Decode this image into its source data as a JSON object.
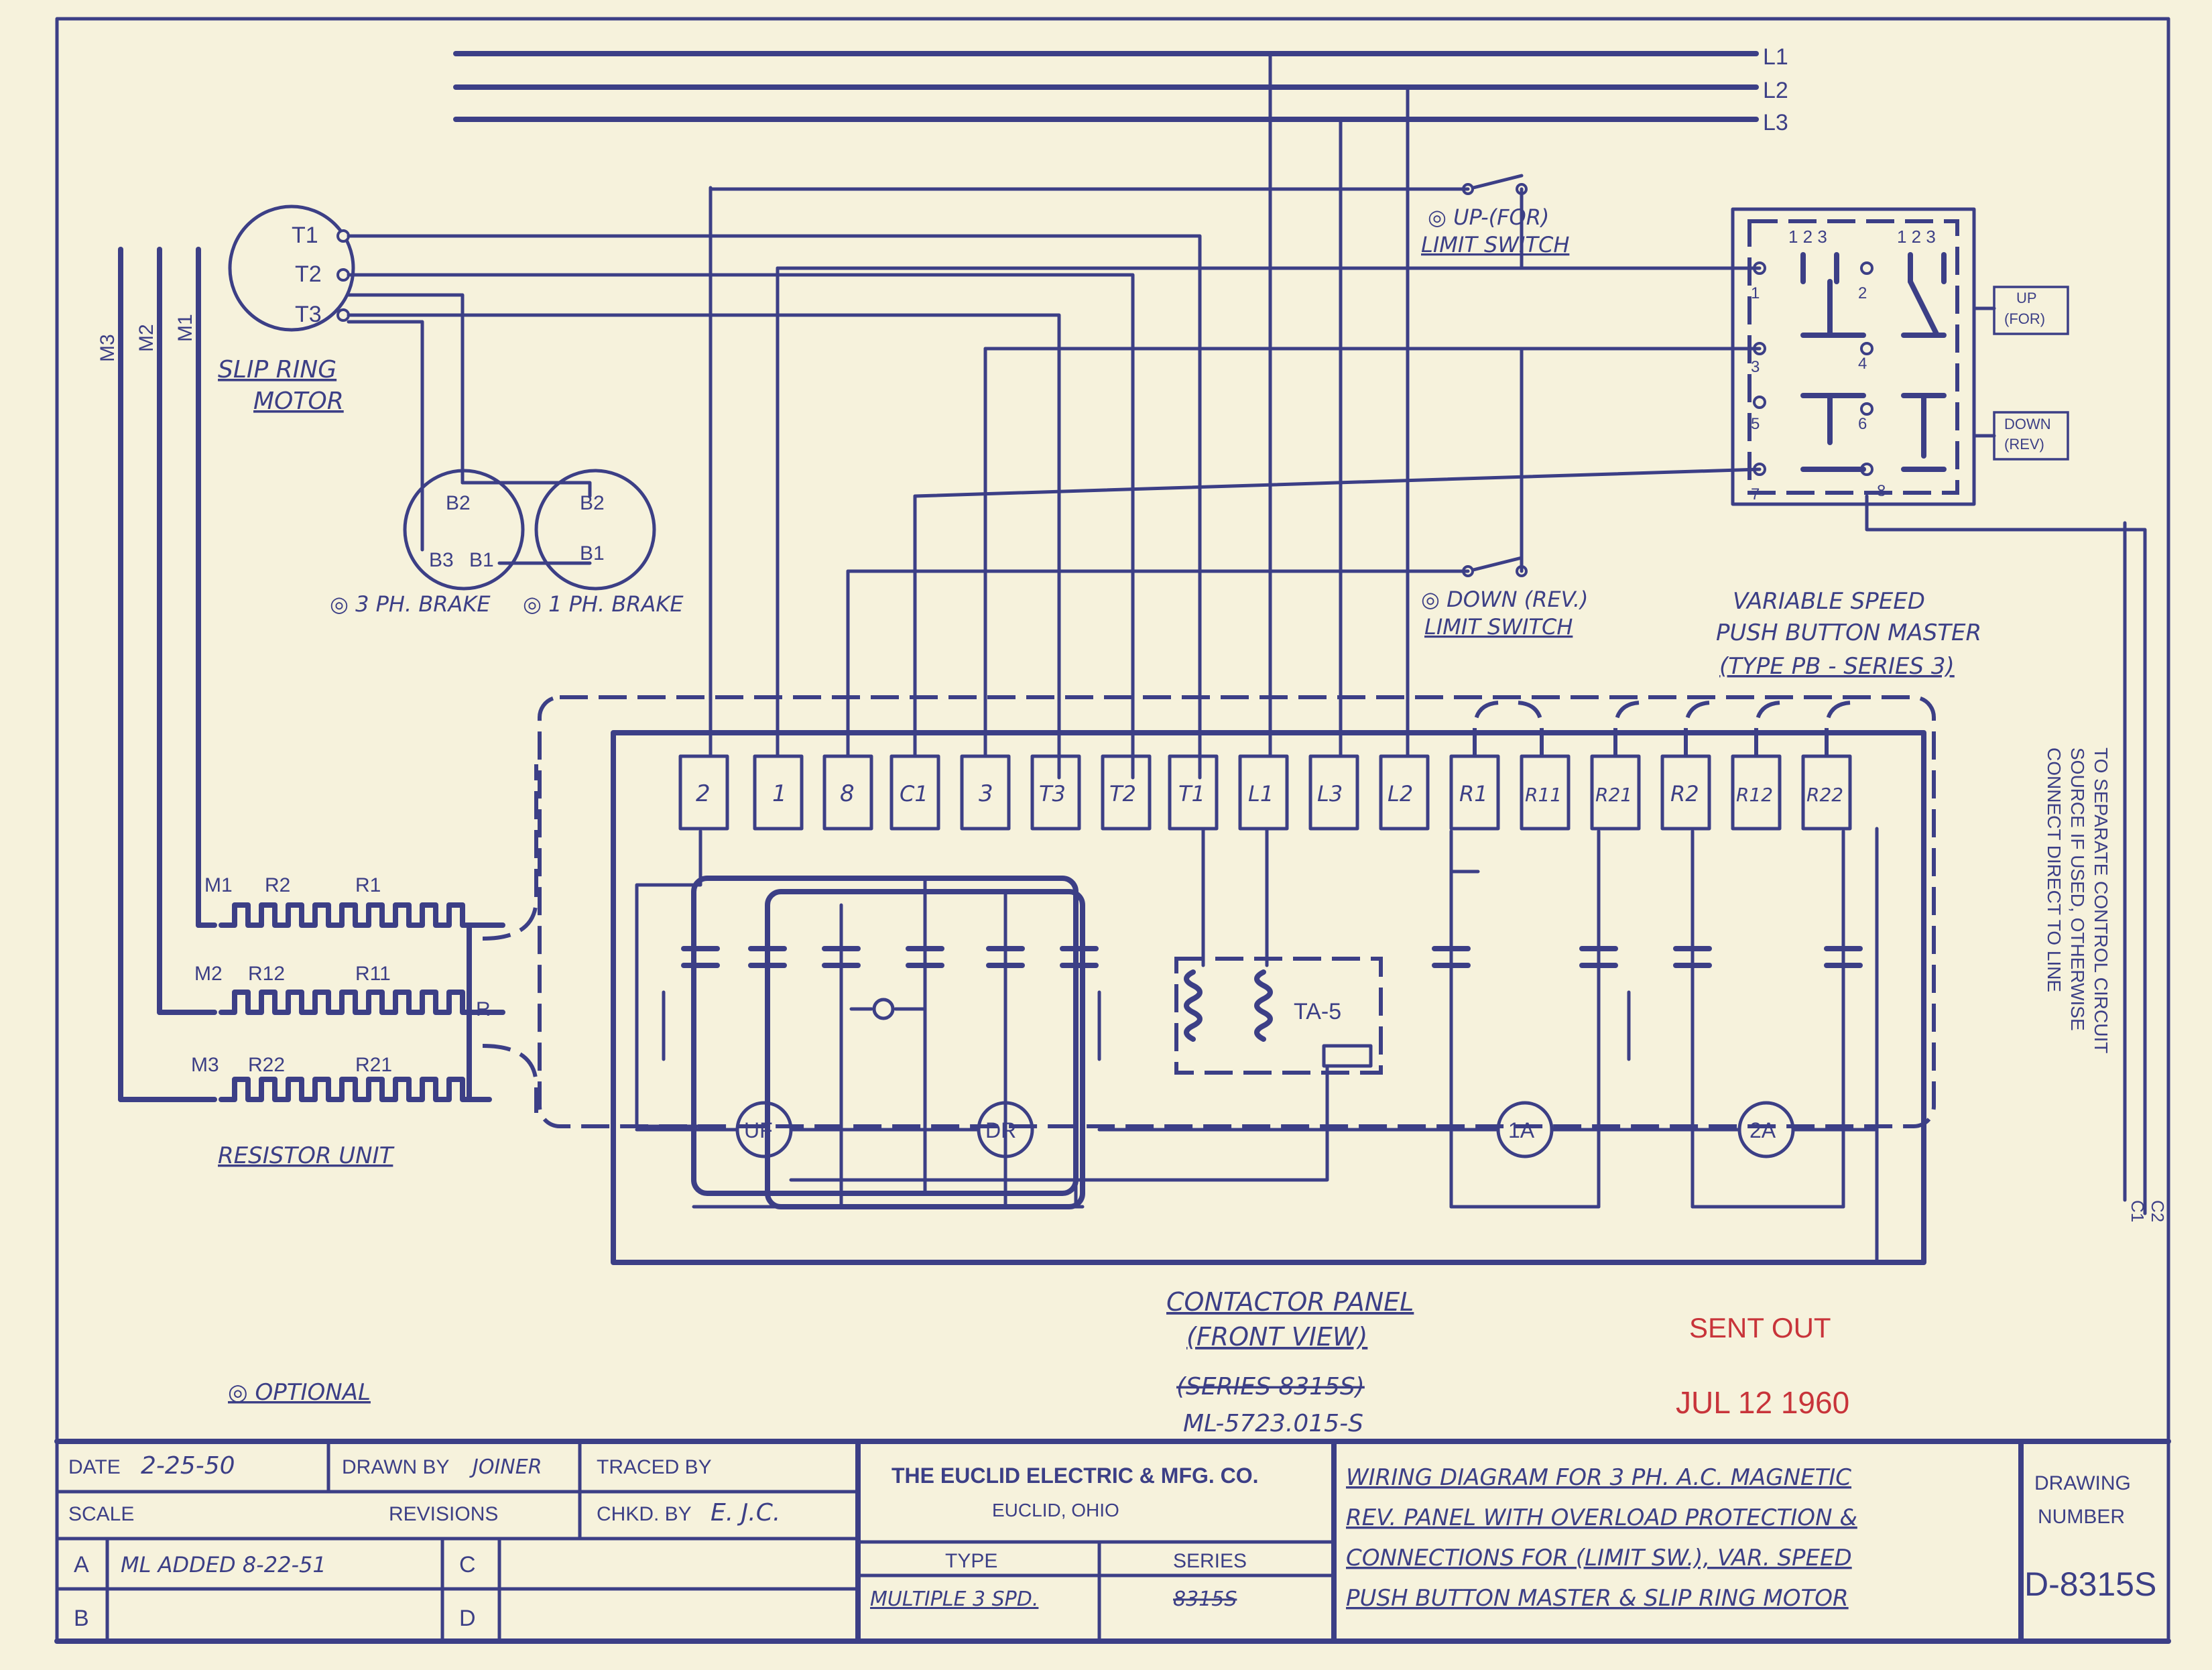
{
  "lines": [
    "L1",
    "L2",
    "L3"
  ],
  "motor": {
    "terminals": [
      "T1",
      "T2",
      "T3"
    ],
    "label_line1": "SLIP RING",
    "label_line2": "MOTOR"
  },
  "motor_leads": [
    "M3",
    "M2",
    "M1"
  ],
  "brakes": {
    "three_ph_terminals": [
      "B2",
      "B3",
      "B1"
    ],
    "one_ph_terminals": [
      "B2",
      "B1"
    ],
    "three_ph_label": "◎ 3 PH. BRAKE",
    "one_ph_label": "◎ 1 PH. BRAKE"
  },
  "limit_switches": {
    "up_line1": "◎ UP-(FOR)",
    "up_line2": "LIMIT SWITCH",
    "down_line1": "◎ DOWN (REV.)",
    "down_line2": "LIMIT SWITCH"
  },
  "push_button_master": {
    "header_left": "1 2 3",
    "header_right": "1 2 3",
    "terminals": [
      "1",
      "2",
      "3",
      "4",
      "5",
      "6",
      "7",
      "8"
    ],
    "up_label_1": "UP",
    "up_label_2": "(FOR)",
    "down_label_1": "DOWN",
    "down_label_2": "(REV)",
    "title_1": "VARIABLE SPEED",
    "title_2": "PUSH BUTTON MASTER",
    "title_3": "(TYPE PB - SERIES 3)"
  },
  "panel_terminals": [
    "2",
    "1",
    "8",
    "C1",
    "3",
    "T3",
    "T2",
    "T1",
    "L1",
    "L3",
    "L2",
    "R1",
    "R11",
    "R21",
    "R2",
    "R12",
    "R22"
  ],
  "resistor": {
    "row1": [
      "M1",
      "R2",
      "R1"
    ],
    "row2": [
      "M2",
      "R12",
      "R11"
    ],
    "row3": [
      "M3",
      "R22",
      "R21"
    ],
    "common": "R",
    "label": "RESISTOR UNIT"
  },
  "panel_devices": {
    "ta": "TA-5",
    "uf": "UF",
    "dr": "DR",
    "a1": "1A",
    "a2": "2A"
  },
  "side_note": [
    "TO SEPARATE CONTROL CIRCUIT",
    "SOURCE IF USED, OTHERWISE",
    "CONNECT DIRECT TO LINE"
  ],
  "side_terminals": [
    "C1",
    "C2"
  ],
  "contactor_label_1": "CONTACTOR PANEL",
  "contactor_label_2": "(FRONT VIEW)",
  "series_struck": "(SERIES 8315S)",
  "ml_number": "ML-5723.015-S",
  "optional_note": "◎ OPTIONAL",
  "stamp": {
    "line1": "SENT OUT",
    "line2": "JUL 12 1960"
  },
  "title_block": {
    "date_label": "DATE",
    "date_value": "2-25-50",
    "drawn_label": "DRAWN BY",
    "drawn_value": "JOINER",
    "traced_label": "TRACED BY",
    "scale_label": "SCALE",
    "revisions_label": "REVISIONS",
    "chkd_label": "CHKD. BY",
    "chkd_value": "E. J.C.",
    "rev_a": "A",
    "rev_a_text": "ML ADDED 8-22-51",
    "rev_b": "B",
    "rev_c": "C",
    "rev_d": "D",
    "company": "THE EUCLID ELECTRIC & MFG. CO.",
    "city": "EUCLID, OHIO",
    "type_label": "TYPE",
    "type_value": "MULTIPLE 3 SPD.",
    "series_label": "SERIES",
    "series_value": "8315S",
    "desc_1": "WIRING DIAGRAM FOR 3 PH. A.C. MAGNETIC",
    "desc_2": "REV. PANEL WITH OVERLOAD PROTECTION &",
    "desc_3": "CONNECTIONS FOR (LIMIT SW.), VAR. SPEED",
    "desc_4": "PUSH BUTTON MASTER & SLIP RING MOTOR",
    "drawing_label_1": "DRAWING",
    "drawing_label_2": "NUMBER",
    "drawing_number": "D-8315S"
  }
}
